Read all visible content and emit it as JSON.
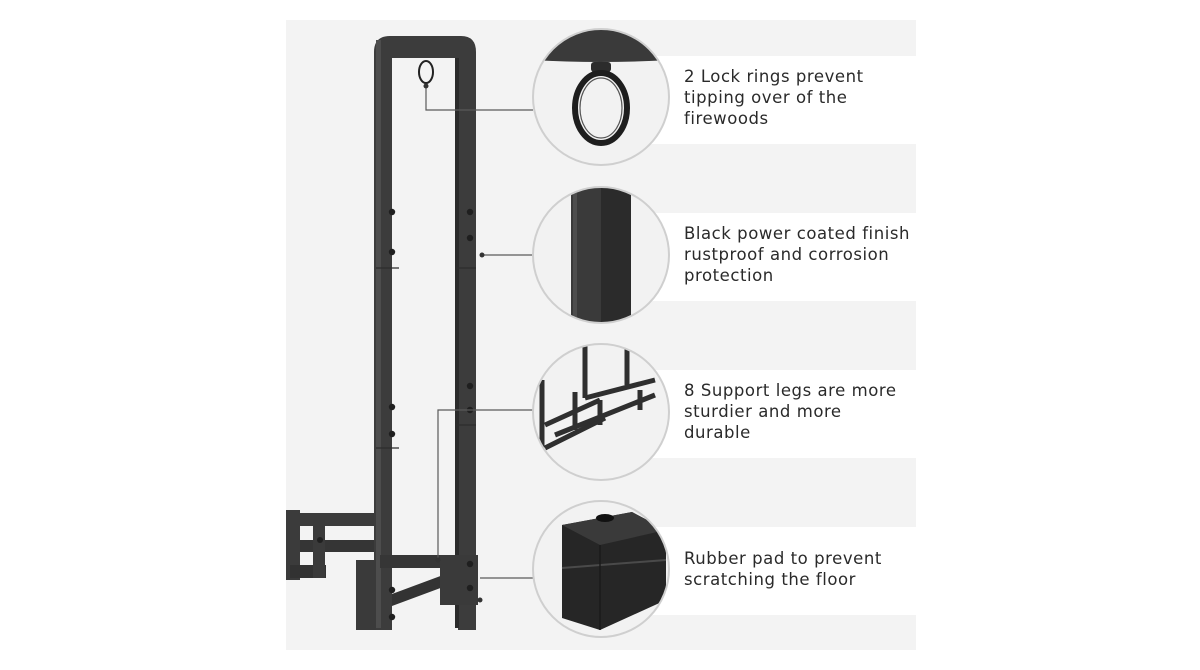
{
  "features": [
    {
      "icon": "lock-ring-closeup",
      "text": "2 Lock rings prevent\ntipping over of the\nfirewoods"
    },
    {
      "icon": "frame-tube-closeup",
      "text": "Black power coated finish\nrustproof and corrosion\nprotection"
    },
    {
      "icon": "support-legs-closeup",
      "text": "8 Support legs are more\nsturdier and more\ndurable"
    },
    {
      "icon": "rubber-pad-closeup",
      "text": "Rubber pad to prevent\nscratching the floor"
    }
  ],
  "colors": {
    "background": "#f3f3f3",
    "metal": "#3b3b3b",
    "metal_dark": "#2a2a2a",
    "callout_line": "#555555",
    "circle_border": "#cfcfcf"
  }
}
